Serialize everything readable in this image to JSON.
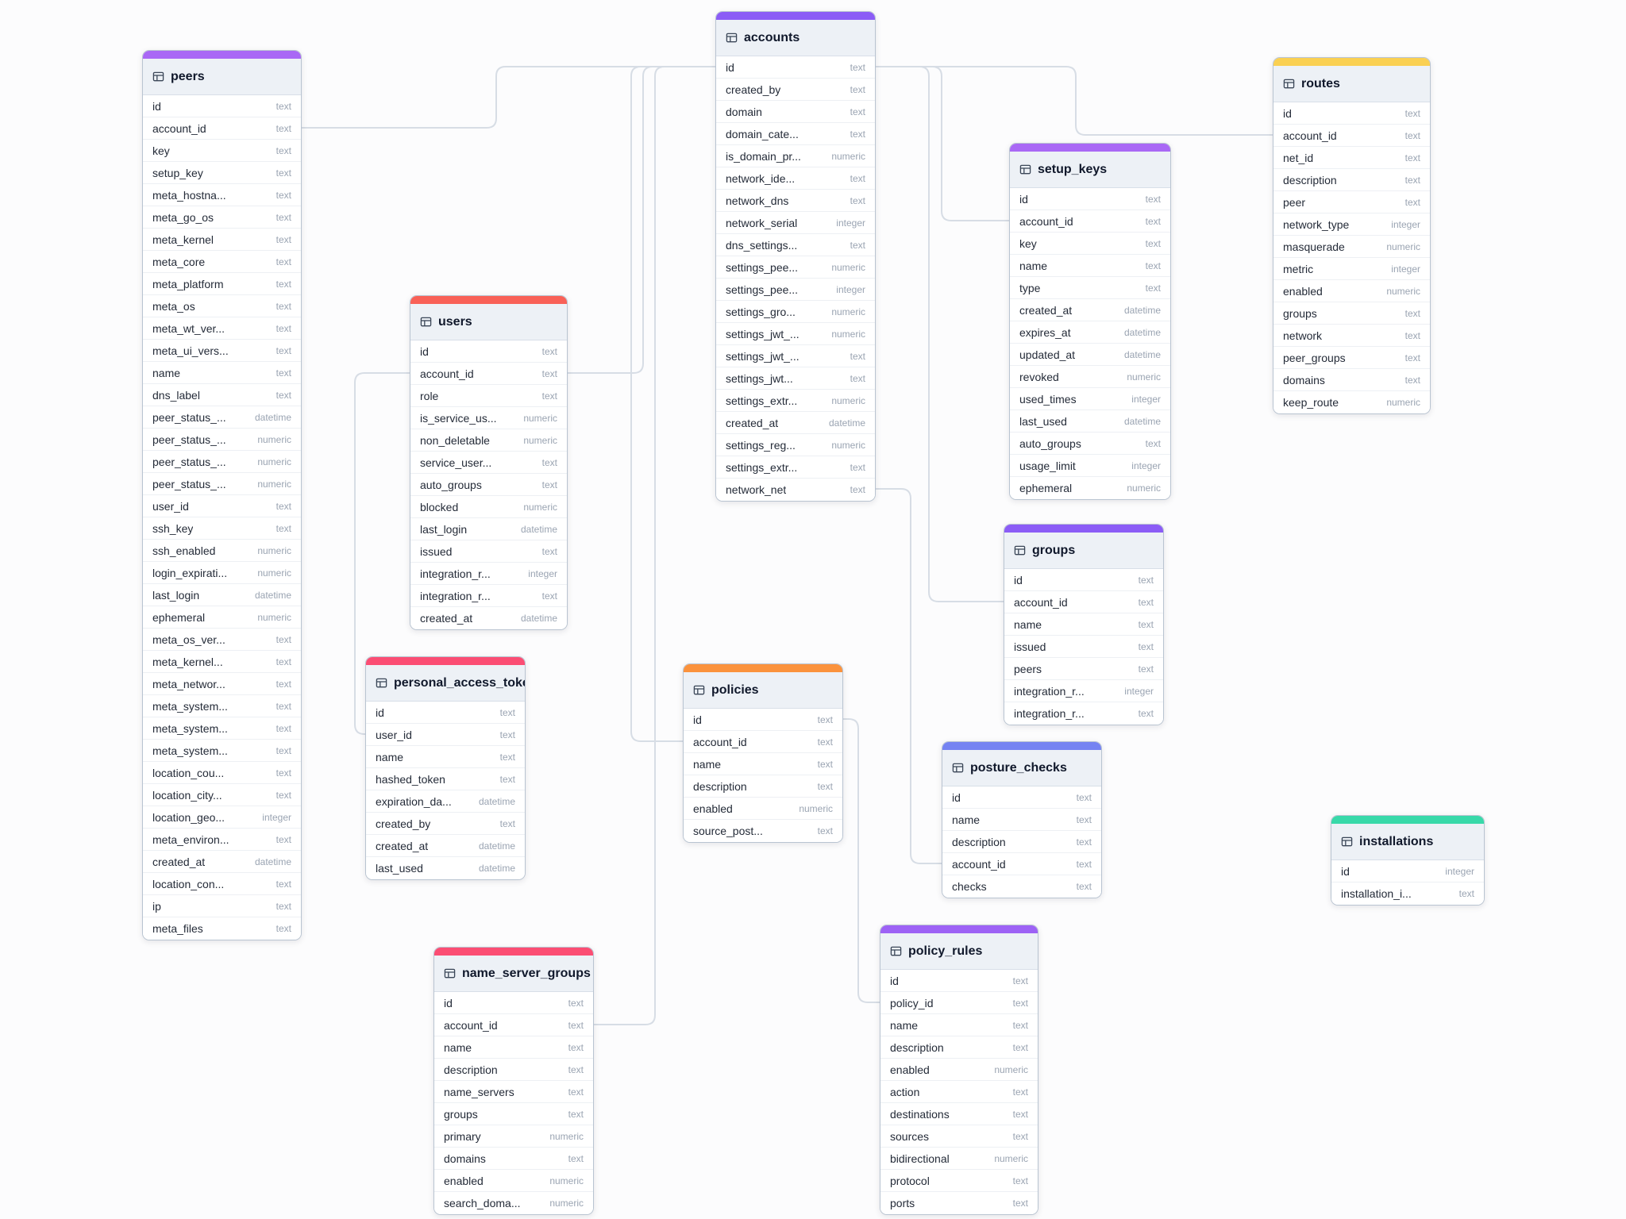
{
  "diagram": {
    "line_color": "#d7dde5",
    "tables": [
      {
        "title": "peers",
        "header_color": "#a968f5",
        "fields": [
          {
            "name": "id",
            "type": "text"
          },
          {
            "name": "account_id",
            "type": "text"
          },
          {
            "name": "key",
            "type": "text"
          },
          {
            "name": "setup_key",
            "type": "text"
          },
          {
            "name": "meta_hostna...",
            "type": "text"
          },
          {
            "name": "meta_go_os",
            "type": "text"
          },
          {
            "name": "meta_kernel",
            "type": "text"
          },
          {
            "name": "meta_core",
            "type": "text"
          },
          {
            "name": "meta_platform",
            "type": "text"
          },
          {
            "name": "meta_os",
            "type": "text"
          },
          {
            "name": "meta_wt_ver...",
            "type": "text"
          },
          {
            "name": "meta_ui_vers...",
            "type": "text"
          },
          {
            "name": "name",
            "type": "text"
          },
          {
            "name": "dns_label",
            "type": "text"
          },
          {
            "name": "peer_status_...",
            "type": "datetime"
          },
          {
            "name": "peer_status_...",
            "type": "numeric"
          },
          {
            "name": "peer_status_...",
            "type": "numeric"
          },
          {
            "name": "peer_status_...",
            "type": "numeric"
          },
          {
            "name": "user_id",
            "type": "text"
          },
          {
            "name": "ssh_key",
            "type": "text"
          },
          {
            "name": "ssh_enabled",
            "type": "numeric"
          },
          {
            "name": "login_expirati...",
            "type": "numeric"
          },
          {
            "name": "last_login",
            "type": "datetime"
          },
          {
            "name": "ephemeral",
            "type": "numeric"
          },
          {
            "name": "meta_os_ver...",
            "type": "text"
          },
          {
            "name": "meta_kernel...",
            "type": "text"
          },
          {
            "name": "meta_networ...",
            "type": "text"
          },
          {
            "name": "meta_system...",
            "type": "text"
          },
          {
            "name": "meta_system...",
            "type": "text"
          },
          {
            "name": "meta_system...",
            "type": "text"
          },
          {
            "name": "location_cou...",
            "type": "text"
          },
          {
            "name": "location_city...",
            "type": "text"
          },
          {
            "name": "location_geo...",
            "type": "integer"
          },
          {
            "name": "meta_environ...",
            "type": "text"
          },
          {
            "name": "created_at",
            "type": "datetime"
          },
          {
            "name": "location_con...",
            "type": "text"
          },
          {
            "name": "ip",
            "type": "text"
          },
          {
            "name": "meta_files",
            "type": "text"
          }
        ]
      },
      {
        "title": "accounts",
        "header_color": "#8b5cf6",
        "fields": [
          {
            "name": "id",
            "type": "text"
          },
          {
            "name": "created_by",
            "type": "text"
          },
          {
            "name": "domain",
            "type": "text"
          },
          {
            "name": "domain_cate...",
            "type": "text"
          },
          {
            "name": "is_domain_pr...",
            "type": "numeric"
          },
          {
            "name": "network_ide...",
            "type": "text"
          },
          {
            "name": "network_dns",
            "type": "text"
          },
          {
            "name": "network_serial",
            "type": "integer"
          },
          {
            "name": "dns_settings...",
            "type": "text"
          },
          {
            "name": "settings_pee...",
            "type": "numeric"
          },
          {
            "name": "settings_pee...",
            "type": "integer"
          },
          {
            "name": "settings_gro...",
            "type": "numeric"
          },
          {
            "name": "settings_jwt_...",
            "type": "numeric"
          },
          {
            "name": "settings_jwt_...",
            "type": "text"
          },
          {
            "name": "settings_jwt...",
            "type": "text"
          },
          {
            "name": "settings_extr...",
            "type": "numeric"
          },
          {
            "name": "created_at",
            "type": "datetime"
          },
          {
            "name": "settings_reg...",
            "type": "numeric"
          },
          {
            "name": "settings_extr...",
            "type": "text"
          },
          {
            "name": "network_net",
            "type": "text"
          }
        ]
      },
      {
        "title": "users",
        "header_color": "#f96157",
        "fields": [
          {
            "name": "id",
            "type": "text"
          },
          {
            "name": "account_id",
            "type": "text"
          },
          {
            "name": "role",
            "type": "text"
          },
          {
            "name": "is_service_us...",
            "type": "numeric"
          },
          {
            "name": "non_deletable",
            "type": "numeric"
          },
          {
            "name": "service_user...",
            "type": "text"
          },
          {
            "name": "auto_groups",
            "type": "text"
          },
          {
            "name": "blocked",
            "type": "numeric"
          },
          {
            "name": "last_login",
            "type": "datetime"
          },
          {
            "name": "issued",
            "type": "text"
          },
          {
            "name": "integration_r...",
            "type": "integer"
          },
          {
            "name": "integration_r...",
            "type": "text"
          },
          {
            "name": "created_at",
            "type": "datetime"
          }
        ]
      },
      {
        "title": "personal_access_tokens",
        "header_color": "#fb4d73",
        "fields": [
          {
            "name": "id",
            "type": "text"
          },
          {
            "name": "user_id",
            "type": "text"
          },
          {
            "name": "name",
            "type": "text"
          },
          {
            "name": "hashed_token",
            "type": "text"
          },
          {
            "name": "expiration_da...",
            "type": "datetime"
          },
          {
            "name": "created_by",
            "type": "text"
          },
          {
            "name": "created_at",
            "type": "datetime"
          },
          {
            "name": "last_used",
            "type": "datetime"
          }
        ]
      },
      {
        "title": "name_server_groups",
        "header_color": "#fb4d73",
        "fields": [
          {
            "name": "id",
            "type": "text"
          },
          {
            "name": "account_id",
            "type": "text"
          },
          {
            "name": "name",
            "type": "text"
          },
          {
            "name": "description",
            "type": "text"
          },
          {
            "name": "name_servers",
            "type": "text"
          },
          {
            "name": "groups",
            "type": "text"
          },
          {
            "name": "primary",
            "type": "numeric"
          },
          {
            "name": "domains",
            "type": "text"
          },
          {
            "name": "enabled",
            "type": "numeric"
          },
          {
            "name": "search_doma...",
            "type": "numeric"
          }
        ]
      },
      {
        "title": "policies",
        "header_color": "#fb923c",
        "fields": [
          {
            "name": "id",
            "type": "text"
          },
          {
            "name": "account_id",
            "type": "text"
          },
          {
            "name": "name",
            "type": "text"
          },
          {
            "name": "description",
            "type": "text"
          },
          {
            "name": "enabled",
            "type": "numeric"
          },
          {
            "name": "source_post...",
            "type": "text"
          }
        ]
      },
      {
        "title": "setup_keys",
        "header_color": "#a968f5",
        "fields": [
          {
            "name": "id",
            "type": "text"
          },
          {
            "name": "account_id",
            "type": "text"
          },
          {
            "name": "key",
            "type": "text"
          },
          {
            "name": "name",
            "type": "text"
          },
          {
            "name": "type",
            "type": "text"
          },
          {
            "name": "created_at",
            "type": "datetime"
          },
          {
            "name": "expires_at",
            "type": "datetime"
          },
          {
            "name": "updated_at",
            "type": "datetime"
          },
          {
            "name": "revoked",
            "type": "numeric"
          },
          {
            "name": "used_times",
            "type": "integer"
          },
          {
            "name": "last_used",
            "type": "datetime"
          },
          {
            "name": "auto_groups",
            "type": "text"
          },
          {
            "name": "usage_limit",
            "type": "integer"
          },
          {
            "name": "ephemeral",
            "type": "numeric"
          }
        ]
      },
      {
        "title": "groups",
        "header_color": "#8b5cf6",
        "fields": [
          {
            "name": "id",
            "type": "text"
          },
          {
            "name": "account_id",
            "type": "text"
          },
          {
            "name": "name",
            "type": "text"
          },
          {
            "name": "issued",
            "type": "text"
          },
          {
            "name": "peers",
            "type": "text"
          },
          {
            "name": "integration_r...",
            "type": "integer"
          },
          {
            "name": "integration_r...",
            "type": "text"
          }
        ]
      },
      {
        "title": "posture_checks",
        "header_color": "#7583f2",
        "fields": [
          {
            "name": "id",
            "type": "text"
          },
          {
            "name": "name",
            "type": "text"
          },
          {
            "name": "description",
            "type": "text"
          },
          {
            "name": "account_id",
            "type": "text"
          },
          {
            "name": "checks",
            "type": "text"
          }
        ]
      },
      {
        "title": "policy_rules",
        "header_color": "#9d62f5",
        "fields": [
          {
            "name": "id",
            "type": "text"
          },
          {
            "name": "policy_id",
            "type": "text"
          },
          {
            "name": "name",
            "type": "text"
          },
          {
            "name": "description",
            "type": "text"
          },
          {
            "name": "enabled",
            "type": "numeric"
          },
          {
            "name": "action",
            "type": "text"
          },
          {
            "name": "destinations",
            "type": "text"
          },
          {
            "name": "sources",
            "type": "text"
          },
          {
            "name": "bidirectional",
            "type": "numeric"
          },
          {
            "name": "protocol",
            "type": "text"
          },
          {
            "name": "ports",
            "type": "text"
          }
        ]
      },
      {
        "title": "routes",
        "header_color": "#fad052",
        "fields": [
          {
            "name": "id",
            "type": "text"
          },
          {
            "name": "account_id",
            "type": "text"
          },
          {
            "name": "net_id",
            "type": "text"
          },
          {
            "name": "description",
            "type": "text"
          },
          {
            "name": "peer",
            "type": "text"
          },
          {
            "name": "network_type",
            "type": "integer"
          },
          {
            "name": "masquerade",
            "type": "numeric"
          },
          {
            "name": "metric",
            "type": "integer"
          },
          {
            "name": "enabled",
            "type": "numeric"
          },
          {
            "name": "groups",
            "type": "text"
          },
          {
            "name": "network",
            "type": "text"
          },
          {
            "name": "peer_groups",
            "type": "text"
          },
          {
            "name": "domains",
            "type": "text"
          },
          {
            "name": "keep_route",
            "type": "numeric"
          }
        ]
      },
      {
        "title": "installations",
        "header_color": "#38d9a9",
        "fields": [
          {
            "name": "id",
            "type": "integer"
          },
          {
            "name": "installation_i...",
            "type": "text"
          }
        ]
      }
    ]
  }
}
